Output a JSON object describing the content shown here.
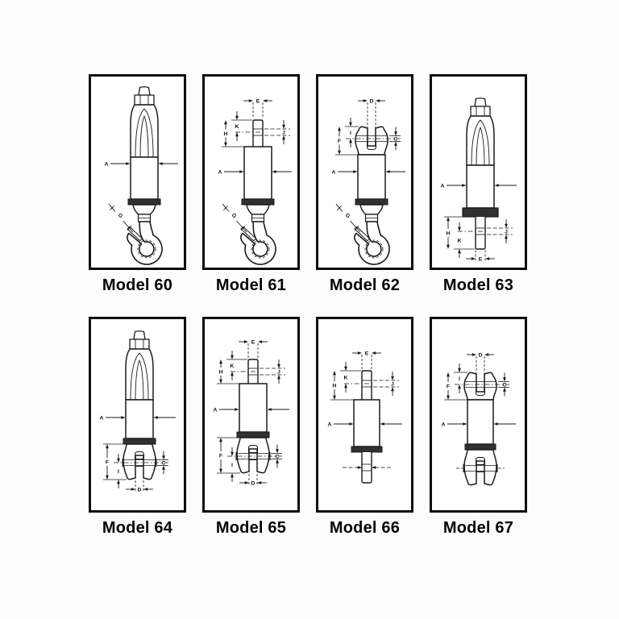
{
  "colors": {
    "ink": "#1a1a1a",
    "band": "#303030",
    "panel_border": "#0d0d0d",
    "background": "#fcfcfc"
  },
  "models": [
    {
      "label": "Model 60",
      "top_end": "threaded-stud",
      "bottom_end": "swivel-hook",
      "dims": {
        "A": "A",
        "G": "G"
      }
    },
    {
      "label": "Model 61",
      "top_end": "shank-eye",
      "bottom_end": "swivel-hook",
      "dims": {
        "E": "E",
        "K": "K",
        "H": "H",
        "J": "J",
        "A": "A",
        "G": "G"
      }
    },
    {
      "label": "Model 62",
      "top_end": "clevis",
      "bottom_end": "swivel-hook",
      "dims": {
        "D": "D",
        "I": "I",
        "F": "F",
        "C": "C",
        "A": "A",
        "G": "G"
      }
    },
    {
      "label": "Model 63",
      "top_end": "threaded-stud",
      "bottom_end": "shank-eye",
      "dims": {
        "A": "A",
        "H": "H",
        "K": "K",
        "J": "J",
        "E": "E"
      }
    },
    {
      "label": "Model 64",
      "top_end": "threaded-stud",
      "bottom_end": "clevis",
      "dims": {
        "A": "A",
        "F": "F",
        "I": "I",
        "C": "C",
        "D": "D"
      }
    },
    {
      "label": "Model 65",
      "top_end": "shank-eye",
      "bottom_end": "clevis",
      "dims": {
        "E": "E",
        "K": "K",
        "H": "H",
        "J": "J",
        "A": "A",
        "F": "F",
        "I": "I",
        "C": "C",
        "D": "D"
      }
    },
    {
      "label": "Model 66",
      "top_end": "shank-eye",
      "bottom_end": "shank-eye",
      "dims": {
        "E": "E",
        "K": "K",
        "H": "H",
        "J": "J",
        "A": "A"
      }
    },
    {
      "label": "Model 67",
      "top_end": "clevis",
      "bottom_end": "clevis",
      "dims": {
        "D": "D",
        "I": "I",
        "F": "F",
        "C": "C",
        "A": "A"
      }
    }
  ]
}
